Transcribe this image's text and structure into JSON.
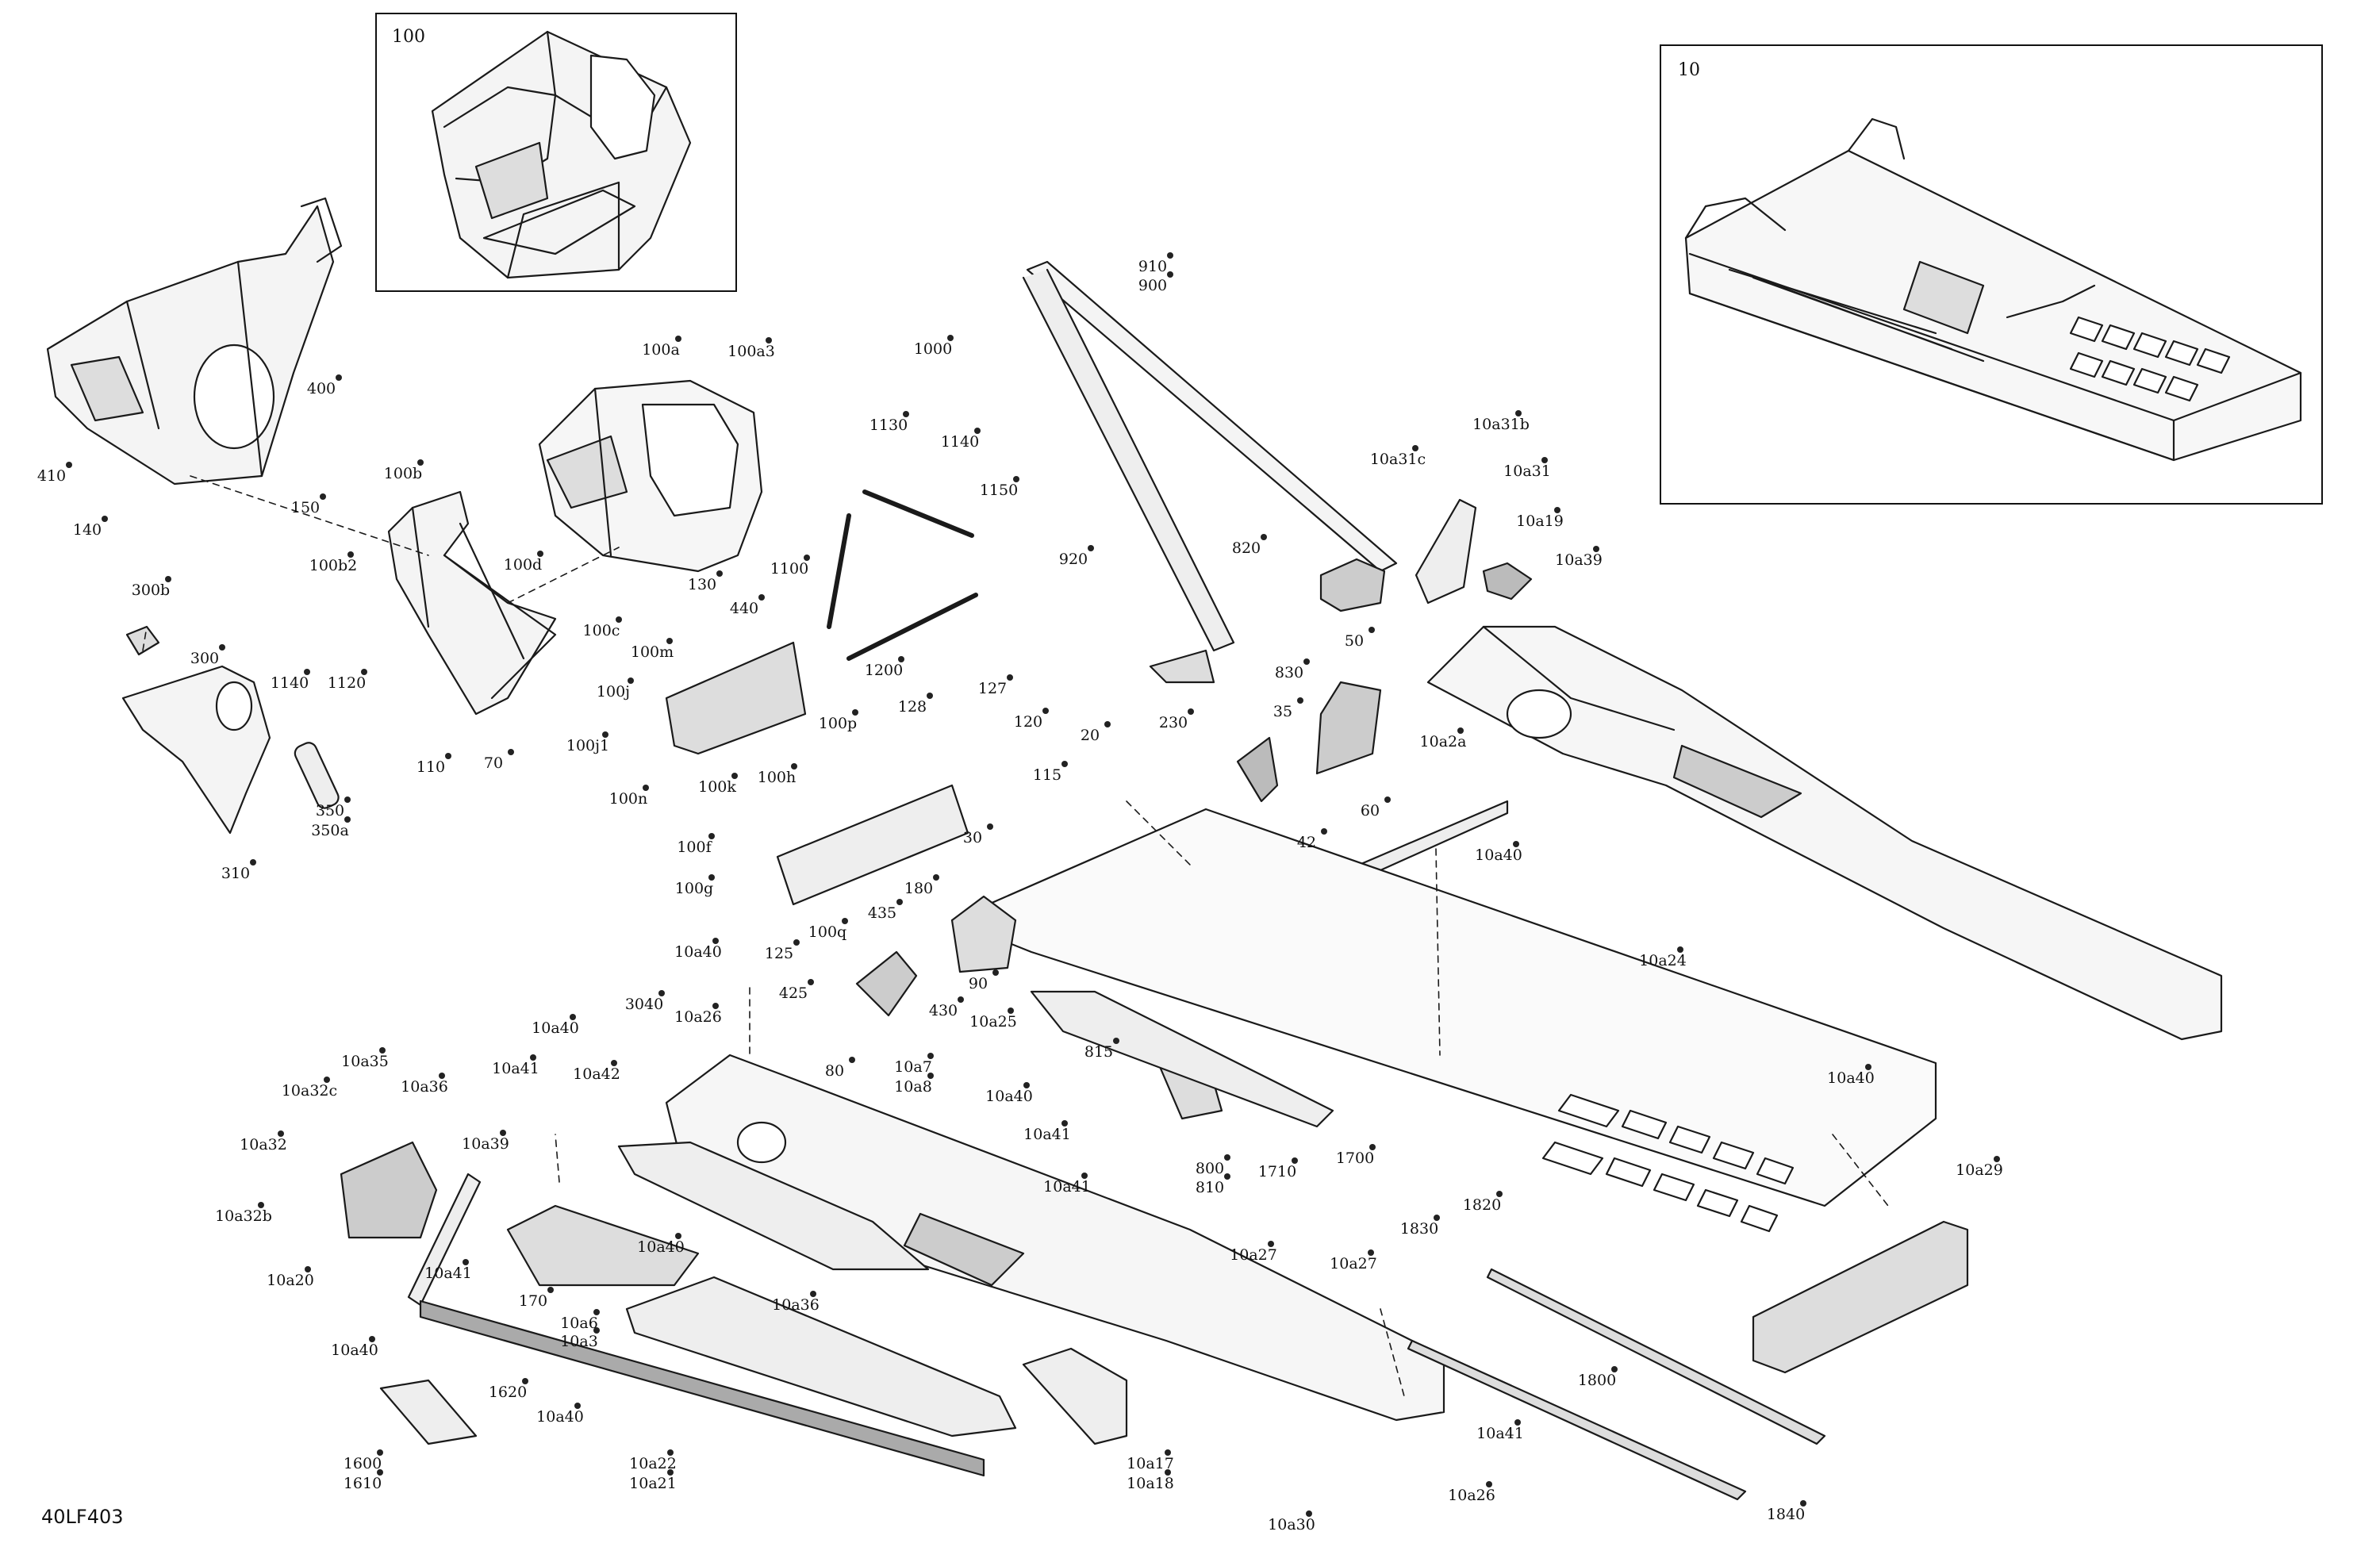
{
  "diagram": {
    "reference_code": "40LF403",
    "insets": [
      {
        "id": "inset-frame-front",
        "title": "100"
      },
      {
        "id": "inset-chassis",
        "title": "10"
      }
    ],
    "labels": [
      "400",
      "410",
      "140",
      "150",
      "100b",
      "100b2",
      "100d",
      "100c",
      "100a",
      "100a3",
      "300b",
      "300",
      "1140",
      "1120",
      "350",
      "350a",
      "310",
      "110",
      "70",
      "130",
      "440",
      "100m",
      "100j",
      "100j1",
      "100n",
      "100k",
      "1130",
      "1150",
      "1100",
      "1200",
      "1000",
      "910",
      "900",
      "920",
      "820",
      "830",
      "10a31b",
      "10a31c",
      "10a31",
      "10a19",
      "10a39",
      "50",
      "10a2a",
      "35",
      "230",
      "60",
      "42",
      "100p",
      "127",
      "128",
      "120",
      "115",
      "100h",
      "20",
      "100f",
      "180",
      "100g",
      "100q",
      "125",
      "30",
      "10a40",
      "435",
      "425",
      "90",
      "430",
      "10a25",
      "80",
      "10a7",
      "10a8",
      "3040",
      "10a26",
      "10a24",
      "10a35",
      "10a32c",
      "10a36",
      "10a32",
      "10a41",
      "10a42",
      "10a32b",
      "10a20",
      "170",
      "10a6",
      "10a3",
      "815",
      "800",
      "810",
      "1710",
      "1700",
      "10a27",
      "1830",
      "1820",
      "10a29",
      "1620",
      "1600",
      "1610",
      "10a22",
      "10a21",
      "10a17",
      "10a18",
      "10a30",
      "1800",
      "1840"
    ]
  }
}
